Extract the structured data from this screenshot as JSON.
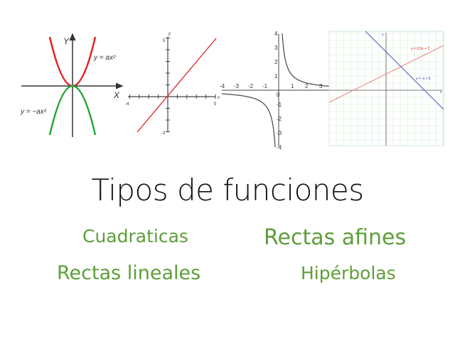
{
  "slide": {
    "title": "Tipos de funciones",
    "items": [
      "Cuadraticas",
      "Rectas afines",
      "Rectas lineales",
      "Hipérbolas"
    ],
    "accent_color": "#5e9e3a"
  },
  "graphs": {
    "parabola": {
      "y_axis": "Y",
      "x_axis": "X",
      "upper": "y = ax²",
      "lower": "y = −ax²"
    },
    "linear": {
      "y_axis": "y",
      "x_axis": "x",
      "ymax": "5",
      "xmin": "-4",
      "xmax": "5",
      "ymin": "-3"
    },
    "hyperbola": {
      "x_ticks": [
        "-4",
        "-3",
        "-2",
        "-1",
        "0",
        "1",
        "2",
        "3"
      ],
      "y_ticks": [
        "4",
        "3",
        "2",
        "1",
        "-1",
        "-2",
        "-3",
        "-4"
      ]
    },
    "affine": {
      "red_label": "y = 0,5x + 2",
      "blue_label": "y = -x + 5",
      "y_axis": "y",
      "x_axis": "x"
    }
  }
}
